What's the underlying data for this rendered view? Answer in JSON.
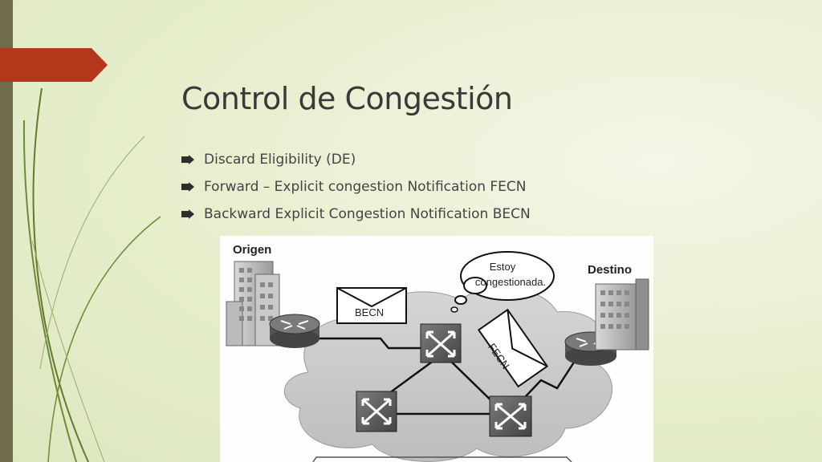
{
  "slide": {
    "title": "Control de Congestión",
    "bullets": [
      "Discard Eligibility (DE)",
      "Forward – Explicit congestion Notification FECN",
      "Backward Explicit Congestion Notification BECN"
    ]
  },
  "diagram": {
    "source_label": "Origen",
    "destination_label": "Destino",
    "becn_label": "BECN",
    "fecn_label": "FECN",
    "bubble_line1": "Estoy",
    "bubble_line2": "congestionada."
  },
  "colors": {
    "sidebar": "#6f6d4c",
    "accent": "#b5371b",
    "title_text": "#3a3a3a"
  },
  "icons": [
    "arrow-bullet-icon",
    "router-icon",
    "switch-icon",
    "building-icon",
    "envelope-icon",
    "cloud-icon"
  ]
}
